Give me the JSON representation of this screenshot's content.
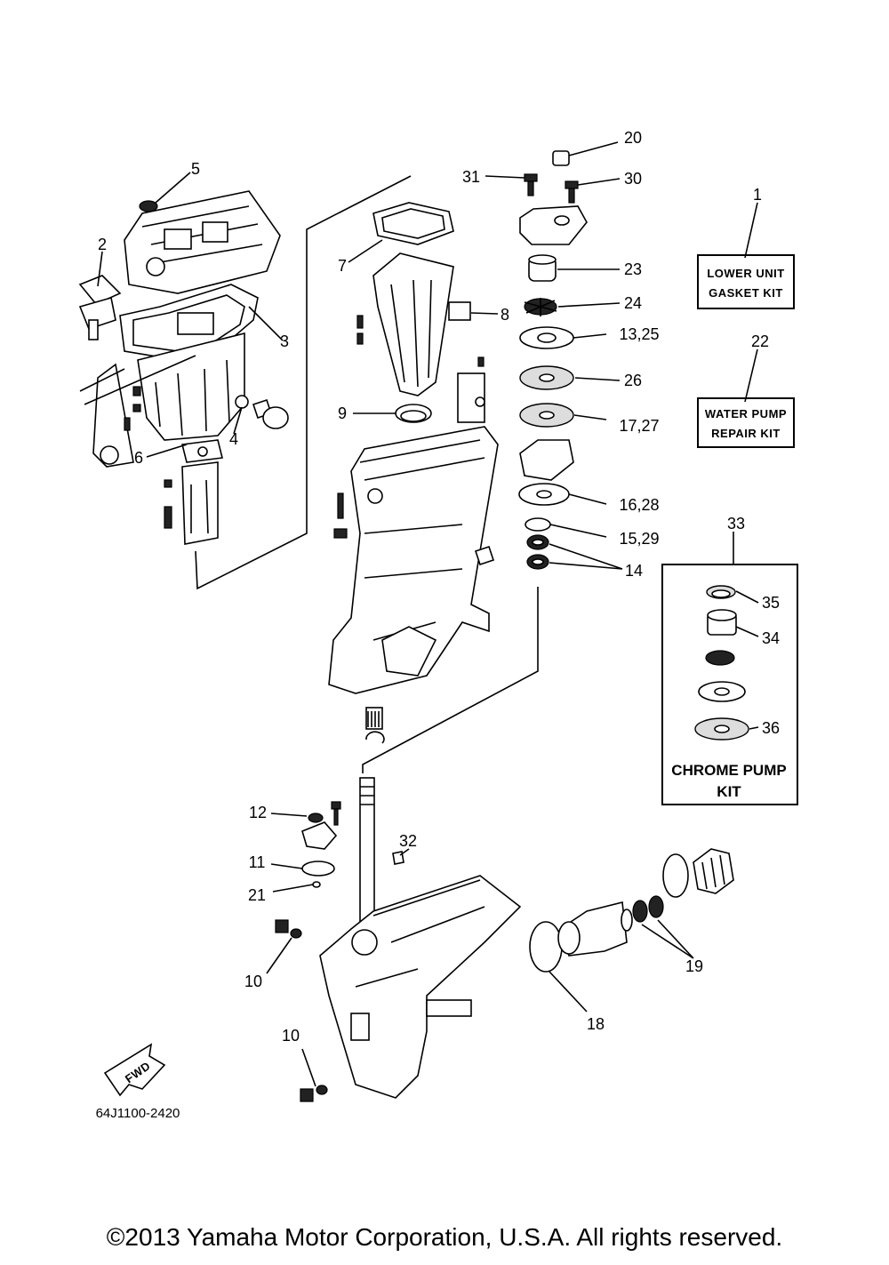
{
  "callouts": {
    "c1": "1",
    "c2": "2",
    "c3": "3",
    "c4": "4",
    "c5": "5",
    "c6": "6",
    "c7": "7",
    "c8": "8",
    "c9": "9",
    "c10a": "10",
    "c10b": "10",
    "c11": "11",
    "c12": "12",
    "c13_25": "13,25",
    "c14": "14",
    "c15_29": "15,29",
    "c16_28": "16,28",
    "c17_27": "17,27",
    "c18": "18",
    "c19": "19",
    "c20": "20",
    "c21": "21",
    "c22": "22",
    "c23": "23",
    "c24": "24",
    "c26": "26",
    "c30": "30",
    "c31": "31",
    "c32": "32",
    "c33": "33",
    "c34": "34",
    "c35": "35",
    "c36": "36"
  },
  "kits": {
    "lower_unit_line1": "LOWER UNIT",
    "lower_unit_line2": "GASKET KIT",
    "water_pump_line1": "WATER PUMP",
    "water_pump_line2": "REPAIR KIT",
    "chrome_pump_line1": "CHROME PUMP",
    "chrome_pump_line2": "KIT"
  },
  "fwd_arrow": "FWD",
  "part_number": "64J1100-2420",
  "copyright": "©2013 Yamaha Motor Corporation, U.S.A. All rights reserved."
}
